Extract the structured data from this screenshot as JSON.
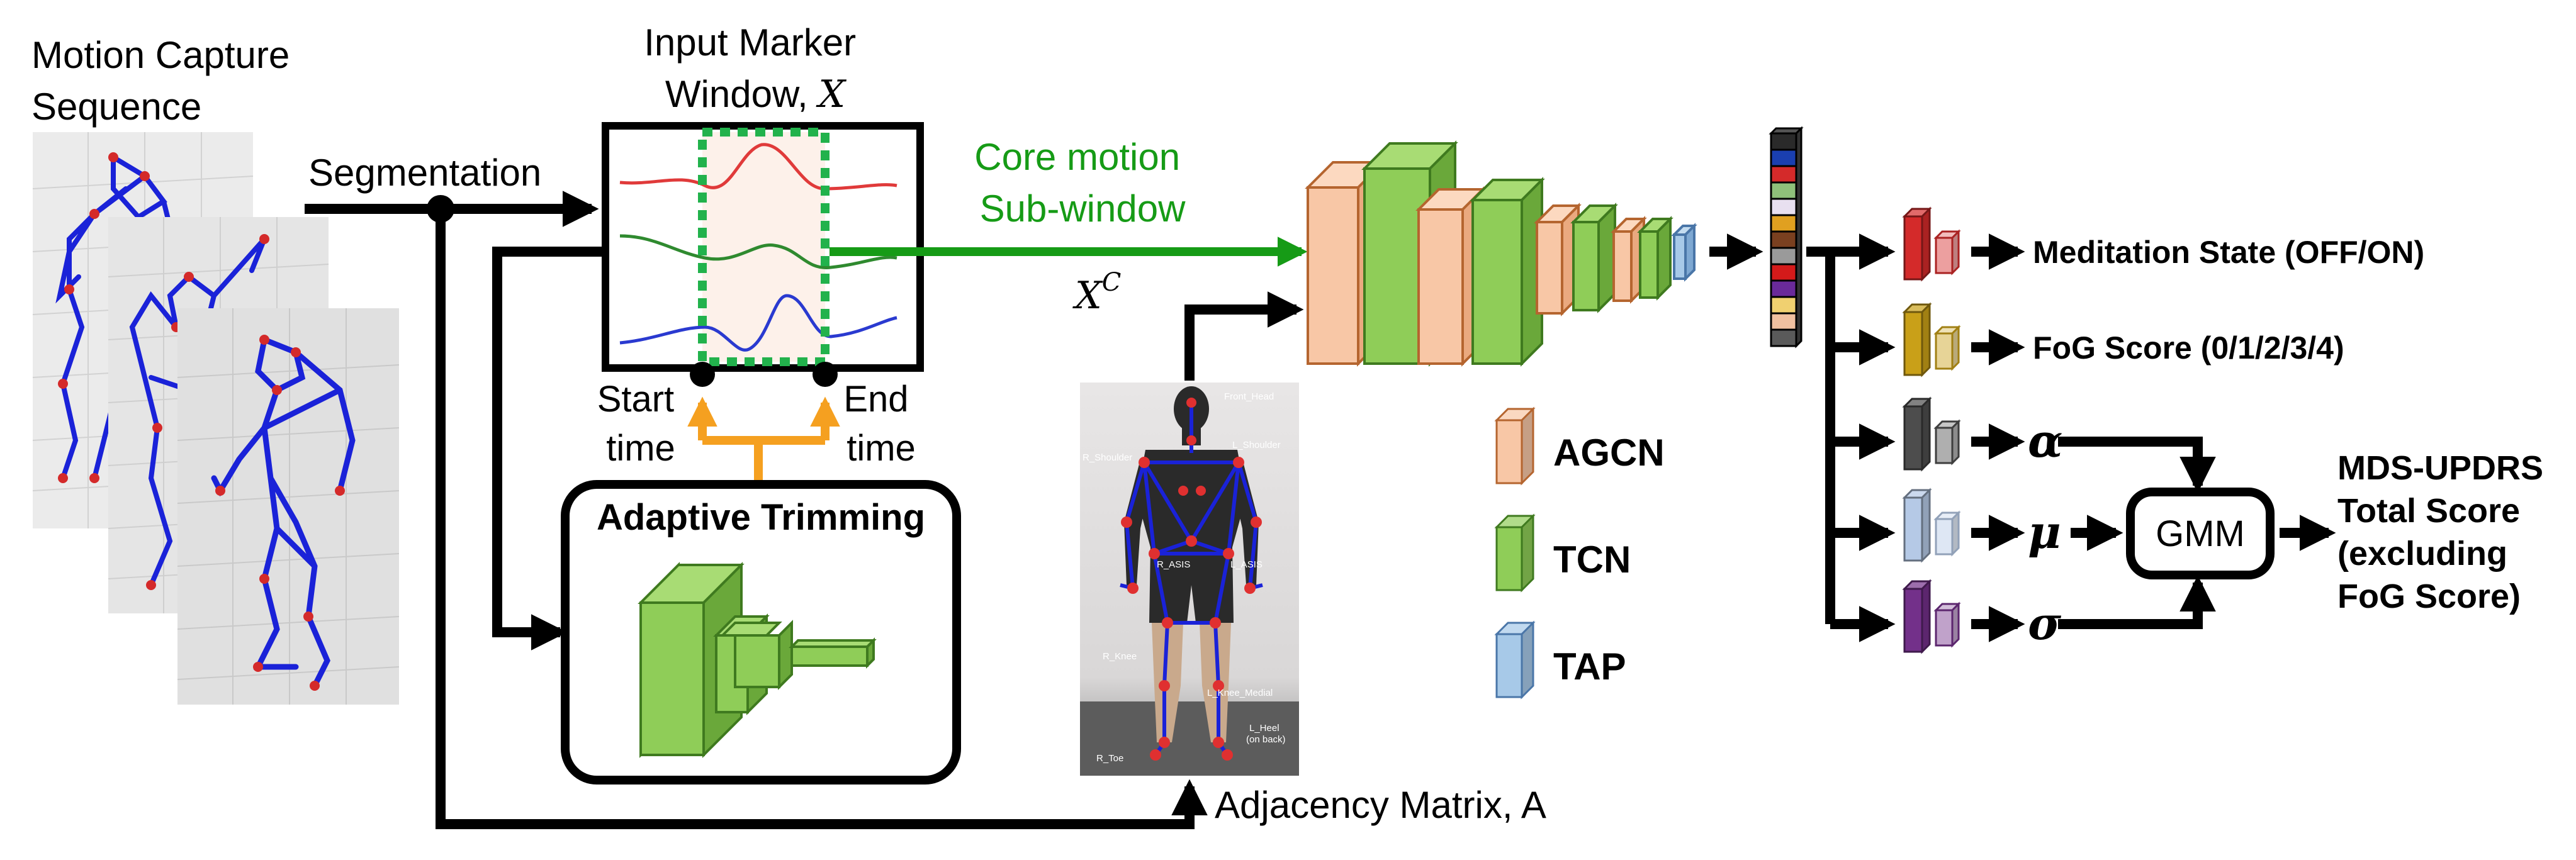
{
  "labels": {
    "mocap_title": "Motion Capture Sequence",
    "segmentation": "Segmentation",
    "input_window_title": "Input Marker Window,",
    "input_window_symbol": "X",
    "core_motion": "Core motion Sub-window",
    "core_symbol_base": "X",
    "core_symbol_sup": "C",
    "start_time": "Start time",
    "end_time": "End time",
    "adaptive_trimming": "Adaptive Trimming",
    "adjacency": "Adjacency Matrix, A",
    "gmm": "GMM",
    "mds_updrs": "MDS-UPDRS Total Score (excluding FoG Score)"
  },
  "body_markers": {
    "front_head": "Front_Head",
    "l_shoulder": "L_Shoulder",
    "r_shoulder": "R_Shoulder",
    "r_asis": "R_ASIS",
    "l_asis": "L_ASIS",
    "r_knee": "R_Knee",
    "l_knee_medial": "L_Knee_Medial",
    "l_heel": "L_Heel (on back)",
    "r_toe": "R_Toe"
  },
  "legend": [
    {
      "label": "AGCN",
      "face": "#f8c7a6",
      "edge": "#b5652f"
    },
    {
      "label": "TCN",
      "face": "#8fcd58",
      "edge": "#3f7a1f"
    },
    {
      "label": "TAP",
      "face": "#a7c9e8",
      "edge": "#4a76a8"
    }
  ],
  "outputs": [
    {
      "label": "Meditation State (OFF/ON)",
      "color": "#d42a2a",
      "label_type": "text"
    },
    {
      "label": "FoG Score (0/1/2/3/4)",
      "color": "#c9a018",
      "label_type": "text"
    },
    {
      "label": "α",
      "color": "#4d4d4d",
      "label_type": "symbol"
    },
    {
      "label": "μ",
      "color": "#b5c9e6",
      "label_type": "symbol"
    },
    {
      "label": "σ",
      "color": "#73308a",
      "label_type": "symbol"
    }
  ],
  "feature_vector_colors": [
    "#2a2a2a",
    "#1a3fb0",
    "#d42a2a",
    "#8fc07a",
    "#e8e0f0",
    "#e0a020",
    "#7a4020",
    "#9a9a9a",
    "#d41a1a",
    "#6a2a9a",
    "#f0d070",
    "#f0c0a0",
    "#5a5a5a"
  ],
  "colors": {
    "signal_red": "#e03a3a",
    "signal_green": "#2f8a2f",
    "signal_blue": "#2a3ad0",
    "core_green": "#169b16",
    "trim_orange": "#f5a020",
    "dashed_window": "#22b24c",
    "skeleton_line": "#1a22d8",
    "skeleton_marker": "#d42a2a"
  }
}
